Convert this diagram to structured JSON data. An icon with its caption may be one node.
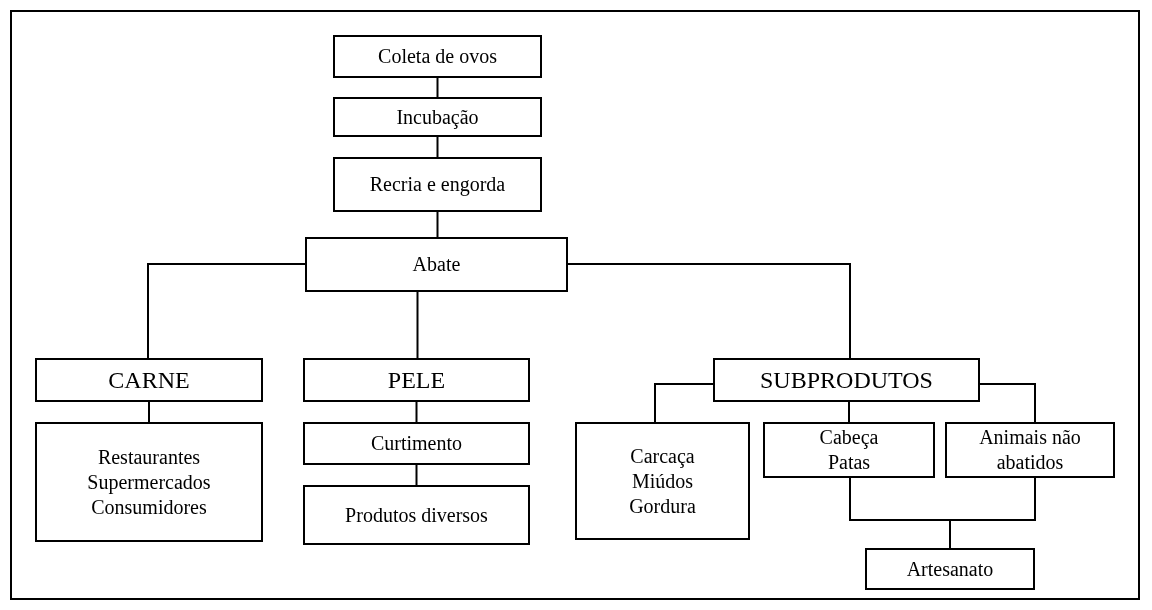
{
  "diagram": {
    "nodes": [
      {
        "text": [
          "Coleta de ovos"
        ]
      },
      {
        "text": [
          "Incubação"
        ]
      },
      {
        "text": [
          "Recria e engorda"
        ]
      },
      {
        "text": [
          "Abate"
        ]
      },
      {
        "text": [
          "CARNE"
        ]
      },
      {
        "text": [
          "PELE"
        ]
      },
      {
        "text": [
          "SUBPRODUTOS"
        ]
      },
      {
        "text": [
          "Restaurantes",
          "Supermercados",
          "Consumidores"
        ]
      },
      {
        "text": [
          "Curtimento"
        ]
      },
      {
        "text": [
          "Produtos diversos"
        ]
      },
      {
        "text": [
          "Carcaça",
          "Miúdos",
          "Gordura"
        ]
      },
      {
        "text": [
          "Cabeça",
          "Patas"
        ]
      },
      {
        "text": [
          "Animais não abatidos"
        ]
      },
      {
        "text": [
          "Artesanato"
        ]
      }
    ],
    "edges": [
      {
        "from": 0,
        "to": 1,
        "arrow": "none"
      },
      {
        "from": 1,
        "to": 2,
        "arrow": "none"
      },
      {
        "from": 2,
        "to": 3,
        "arrow": "none"
      },
      {
        "from": 3,
        "to": 4,
        "arrow": "none"
      },
      {
        "from": 3,
        "to": 5,
        "arrow": "none"
      },
      {
        "from": 3,
        "to": 6,
        "arrow": "none"
      },
      {
        "from": 4,
        "to": 7,
        "arrow": "none"
      },
      {
        "from": 5,
        "to": 8,
        "arrow": "none"
      },
      {
        "from": 8,
        "to": 9,
        "arrow": "none"
      },
      {
        "from": 6,
        "to": 10,
        "arrow": "none"
      },
      {
        "from": 6,
        "to": 11,
        "arrow": "none"
      },
      {
        "from": 6,
        "to": 12,
        "arrow": "none"
      },
      {
        "from": 11,
        "to": 13,
        "arrow": "none"
      },
      {
        "from": 12,
        "to": 13,
        "arrow": "none"
      }
    ]
  }
}
